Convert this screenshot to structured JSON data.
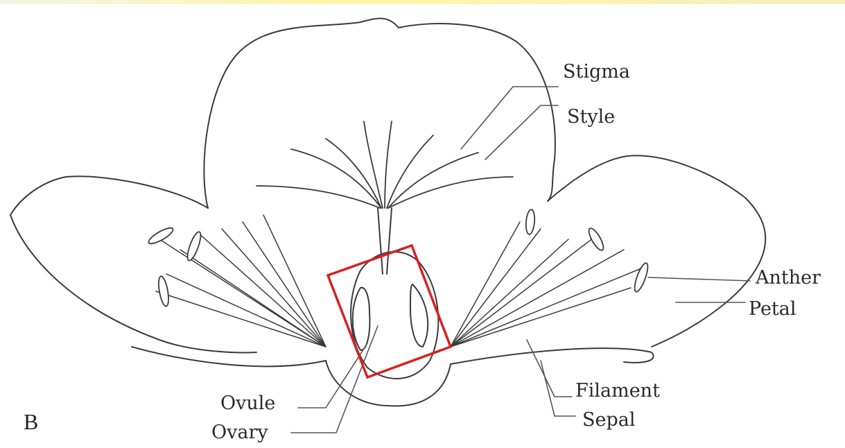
{
  "figure": {
    "panel_letter": "B",
    "highlight_color": "#d9201e",
    "labels": {
      "stigma": "Stigma",
      "style": "Style",
      "anther": "Anther",
      "petal": "Petal",
      "filament": "Filament",
      "sepal": "Sepal",
      "ovule": "Ovule",
      "ovary": "Ovary"
    }
  }
}
